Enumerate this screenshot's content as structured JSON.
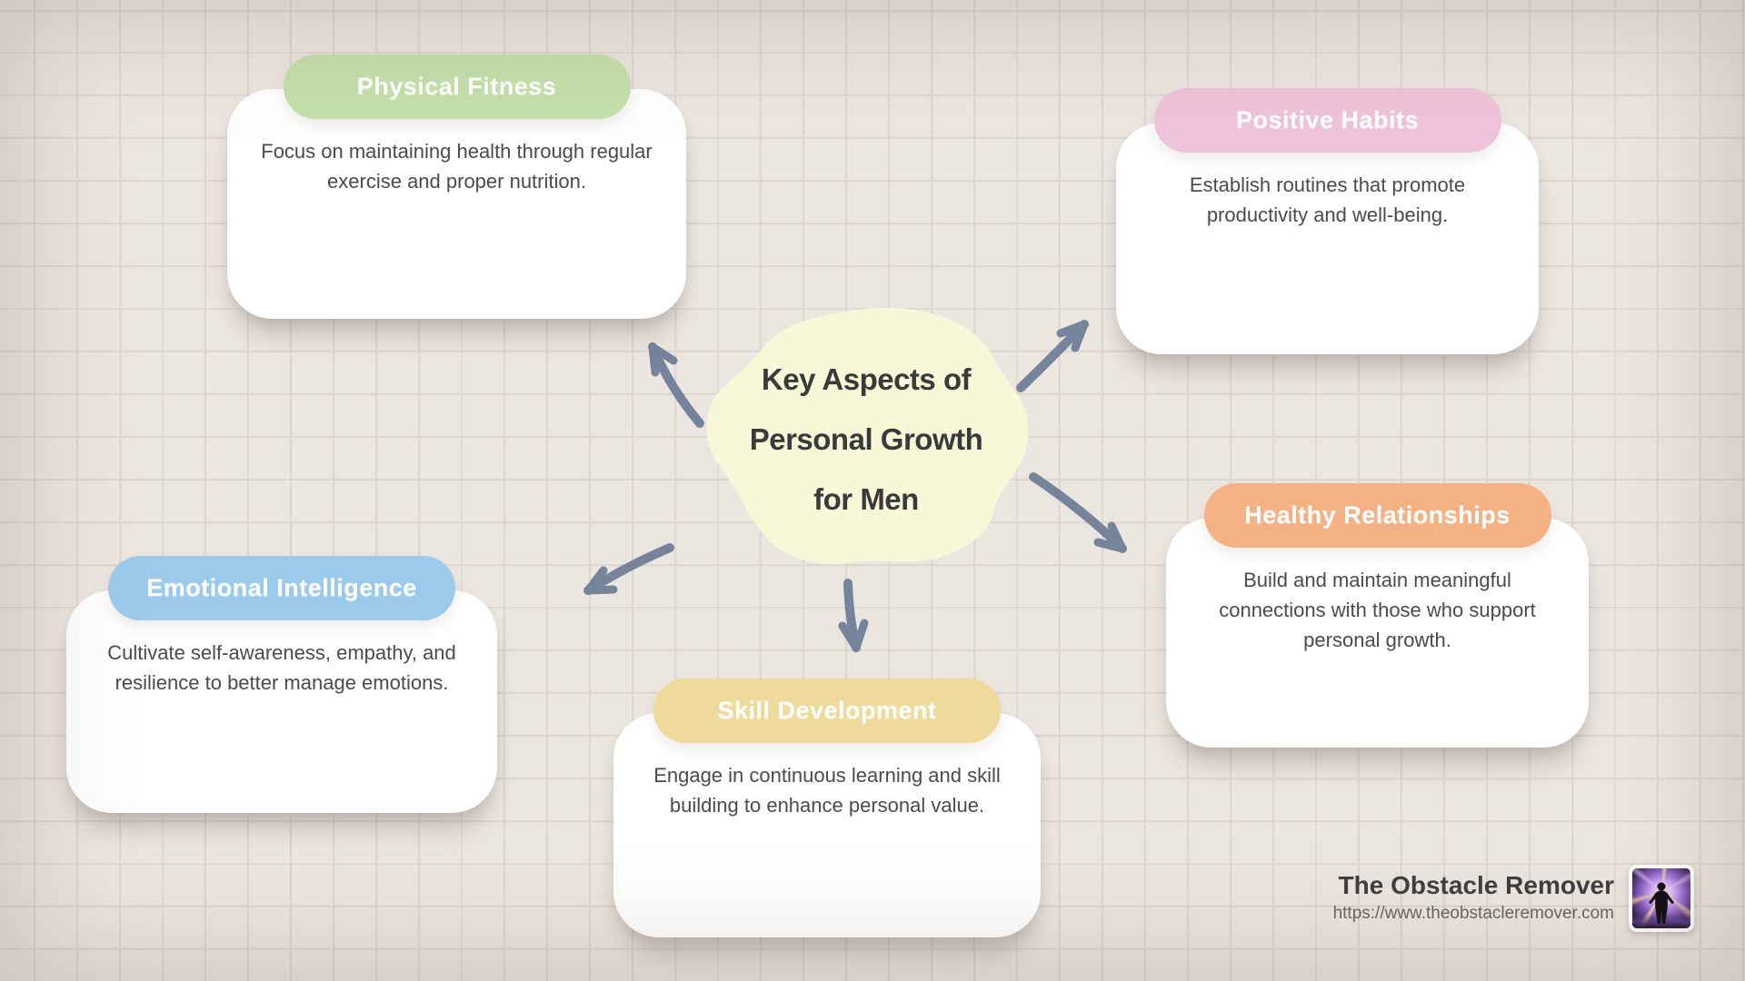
{
  "center": {
    "title_line1": "Key Aspects of",
    "title_line2": "Personal Growth",
    "title_line3": "for Men",
    "blob_color": "#f7f8d8",
    "text_color": "#3a3a3a"
  },
  "cards": [
    {
      "title": "Physical Fitness",
      "body": "Focus on maintaining health through regular exercise and proper nutrition.",
      "header_color": "#c4e0ab"
    },
    {
      "title": "Positive Habits",
      "body": "Establish routines that promote productivity and well-being.",
      "header_color": "#efc3d9"
    },
    {
      "title": "Healthy Relationships",
      "body": "Build and maintain meaningful connections with those who support personal growth.",
      "header_color": "#f4b183"
    },
    {
      "title": "Emotional Intelligence",
      "body": "Cultivate self-awareness, empathy, and resilience to better manage emotions.",
      "header_color": "#9ccaeb"
    },
    {
      "title": "Skill Development",
      "body": "Engage in continuous learning and skill building to enhance personal value.",
      "header_color": "#eeda9a"
    }
  ],
  "footer": {
    "brand": "The Obstacle Remover",
    "url": "https://www.theobstacleremover.com"
  },
  "colors": {
    "background": "#ece6e0",
    "grid_line": "#ddd5ce",
    "arrow": "#75839b",
    "card_text": "#4b4b4b"
  }
}
